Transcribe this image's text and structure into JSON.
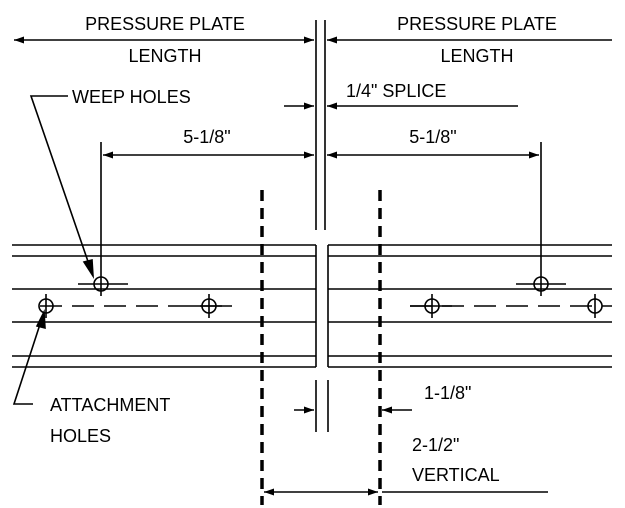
{
  "labels": {
    "pressure_plate_left_line1": "PRESSURE PLATE",
    "pressure_plate_left_line2": "LENGTH",
    "pressure_plate_right_line1": "PRESSURE PLATE",
    "pressure_plate_right_line2": "LENGTH",
    "weep_holes": "WEEP HOLES",
    "splice": "1/4\" SPLICE",
    "dim_left_weep": "5-1/8\"",
    "dim_right_weep": "5-1/8\"",
    "attachment_line1": "ATTACHMENT",
    "attachment_line2": "HOLES",
    "dim_offset": "1-1/8\"",
    "vertical_line1": "2-1/2\"",
    "vertical_line2": "VERTICAL"
  },
  "colors": {
    "ink": "#000000",
    "background": "#ffffff"
  }
}
